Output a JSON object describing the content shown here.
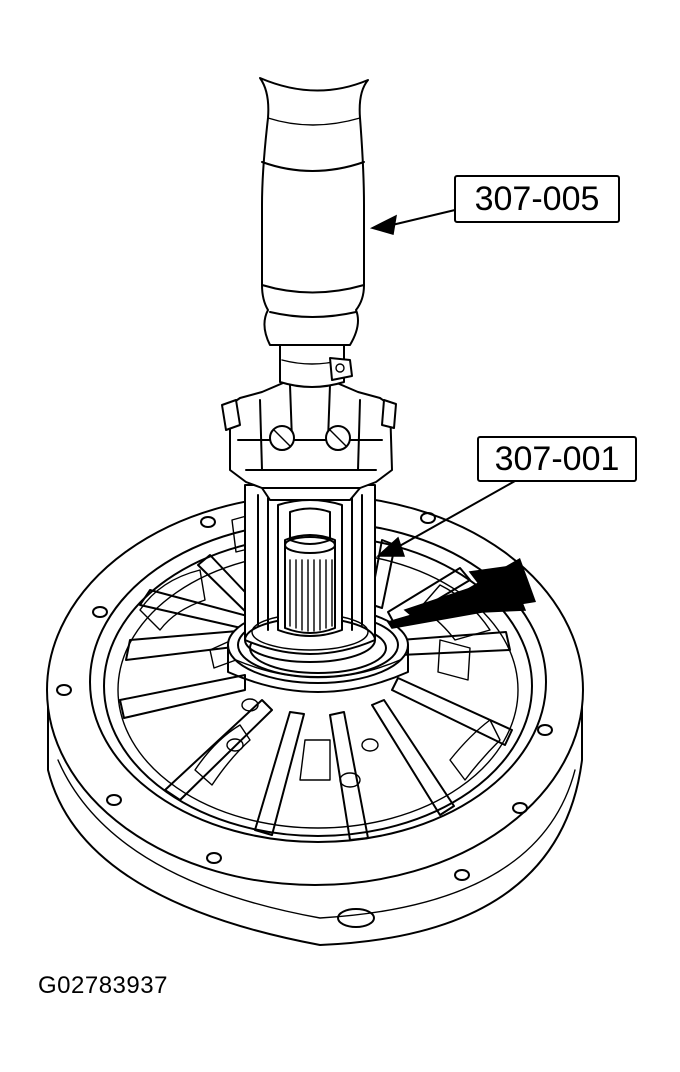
{
  "callouts": {
    "tool_upper": "307-005",
    "tool_lower": "307-001"
  },
  "figure_id": "G02783937"
}
